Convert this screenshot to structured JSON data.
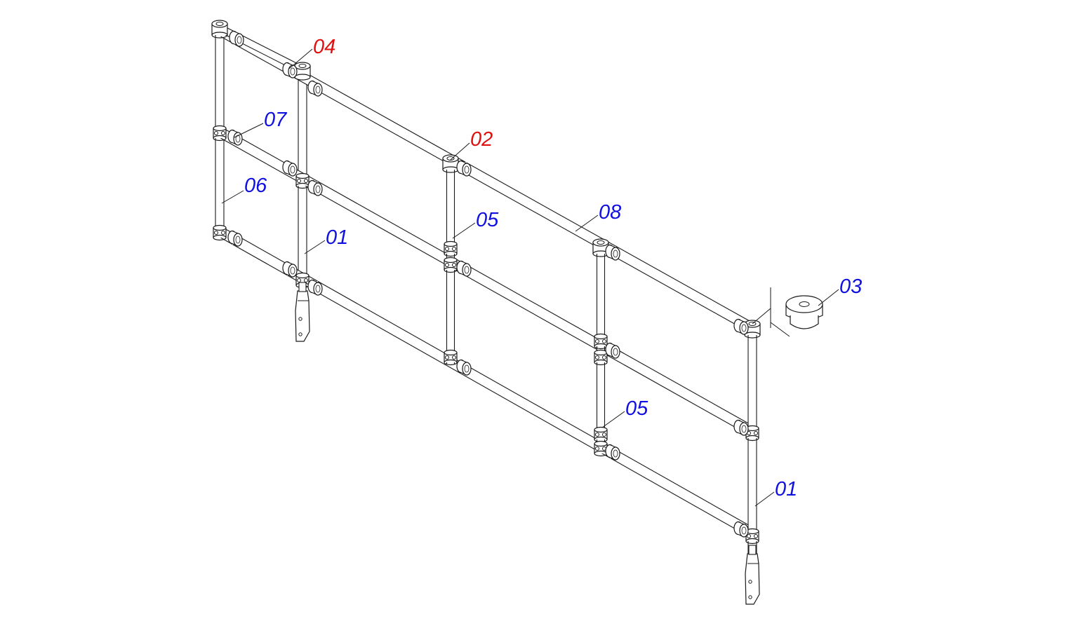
{
  "colors": {
    "background": "#ffffff",
    "line": "#1a1a1a",
    "label_primary": "#1010e0",
    "label_highlight": "#e01010"
  },
  "callouts": {
    "p04": {
      "text": "04",
      "color": "red"
    },
    "p07": {
      "text": "07",
      "color": "blue"
    },
    "p06": {
      "text": "06",
      "color": "blue"
    },
    "p01a": {
      "text": "01",
      "color": "blue"
    },
    "p02": {
      "text": "02",
      "color": "red"
    },
    "p05a": {
      "text": "05",
      "color": "blue"
    },
    "p08": {
      "text": "08",
      "color": "blue"
    },
    "p03": {
      "text": "03",
      "color": "blue"
    },
    "p05b": {
      "text": "05",
      "color": "blue"
    },
    "p01b": {
      "text": "01",
      "color": "blue"
    }
  }
}
